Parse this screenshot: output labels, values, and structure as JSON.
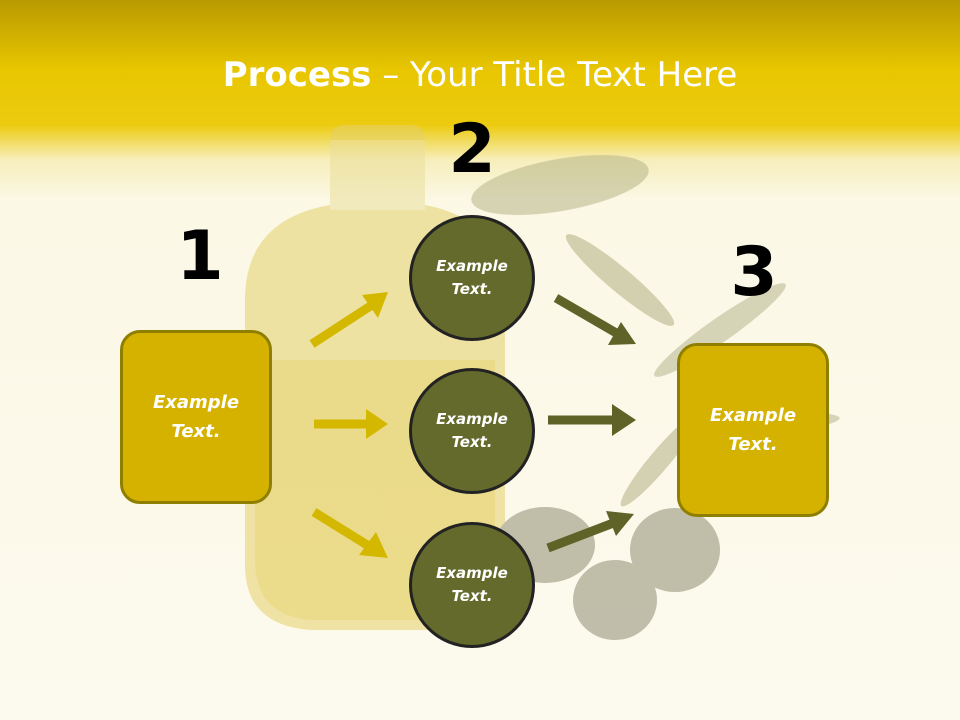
{
  "title": {
    "bold": "Process",
    "rest": " – Your Title Text Here"
  },
  "steps": {
    "one": "1",
    "two": "2",
    "three": "3"
  },
  "box_left": {
    "text": "Example\nText."
  },
  "box_right": {
    "text": "Example\nText."
  },
  "circles": [
    {
      "text": "Example\nText."
    },
    {
      "text": "Example\nText."
    },
    {
      "text": "Example\nText."
    }
  ],
  "colors": {
    "box_fill": "#d6b200",
    "circle_fill": "#636a2b",
    "arrow_left": "#d4b800",
    "arrow_right": "#5f6328",
    "header": "#e8c600"
  }
}
